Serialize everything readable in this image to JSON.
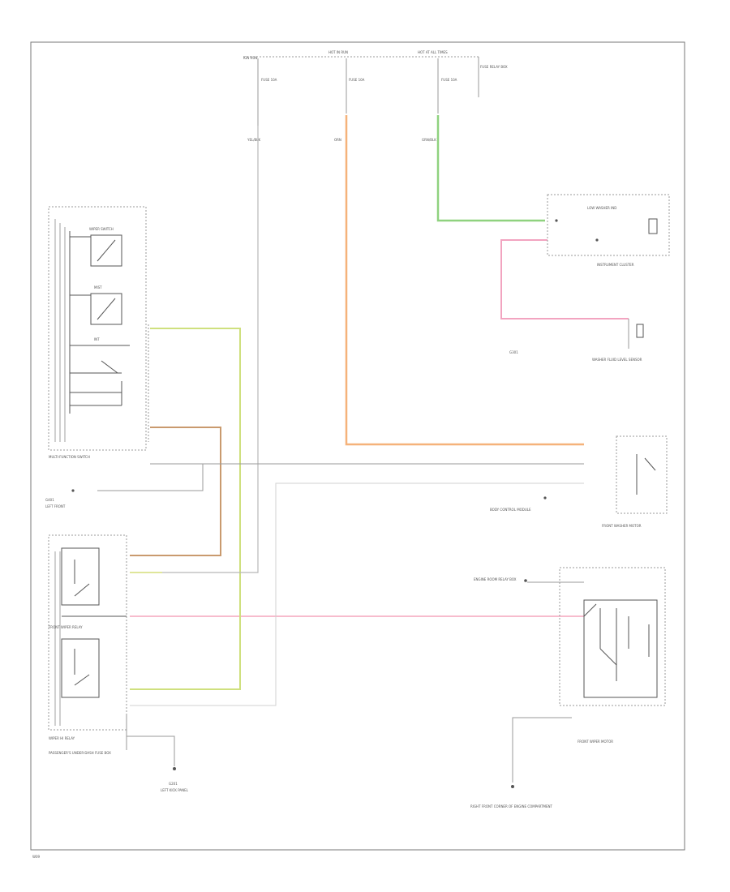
{
  "colors": {
    "orange": "#f5b27a",
    "green": "#8fd27f",
    "pink": "#f2a4c0",
    "yellow_green": "#cfe07e",
    "brown": "#c99a6e",
    "light_gray": "#d0d0d0",
    "wire_gray": "#9a9a9a"
  },
  "labels": {
    "top_left": "IGN RUN",
    "top_mid": "HOT IN RUN",
    "top_right": "HOT AT ALL TIMES",
    "top_far_right": "FUSE RELAY BOX",
    "fuse1": "FUSE 10A",
    "fuse2": "FUSE 10A",
    "fuse3": "FUSE 10A",
    "w_top1": "YEL/BLK",
    "w_top2": "ORN",
    "w_top3": "GRN/BLK",
    "ipc": "INSTRUMENT CLUSTER",
    "low_wash": "LOW WASHER IND",
    "mfs": "MULTI-FUNCTION SWITCH",
    "wiper_sw": "WIPER SWITCH",
    "mist": "MIST",
    "int": "INT",
    "front_wiper_motor": "FRONT WIPER MOTOR",
    "front_washer_motor": "FRONT WASHER MOTOR",
    "washer_fluid_sensor": "WASHER FLUID LEVEL SENSOR",
    "g1": "G401",
    "g2": "G201",
    "g3": "G301",
    "ecm": "BODY CONTROL MODULE",
    "front_wiper_relay": "FRONT WIPER RELAY",
    "front_wiper_hi": "WIPER HI RELAY",
    "engine_room": "ENGINE ROOM RELAY BOX",
    "passenger_under": "PASSENGER'S UNDER-DASH FUSE BOX",
    "ground_left": "LEFT KICK PANEL",
    "ground_right": "RIGHT FRONT CORNER OF ENGINE COMPARTMENT",
    "ground_lf": "LEFT FRONT",
    "footer": "W09"
  }
}
